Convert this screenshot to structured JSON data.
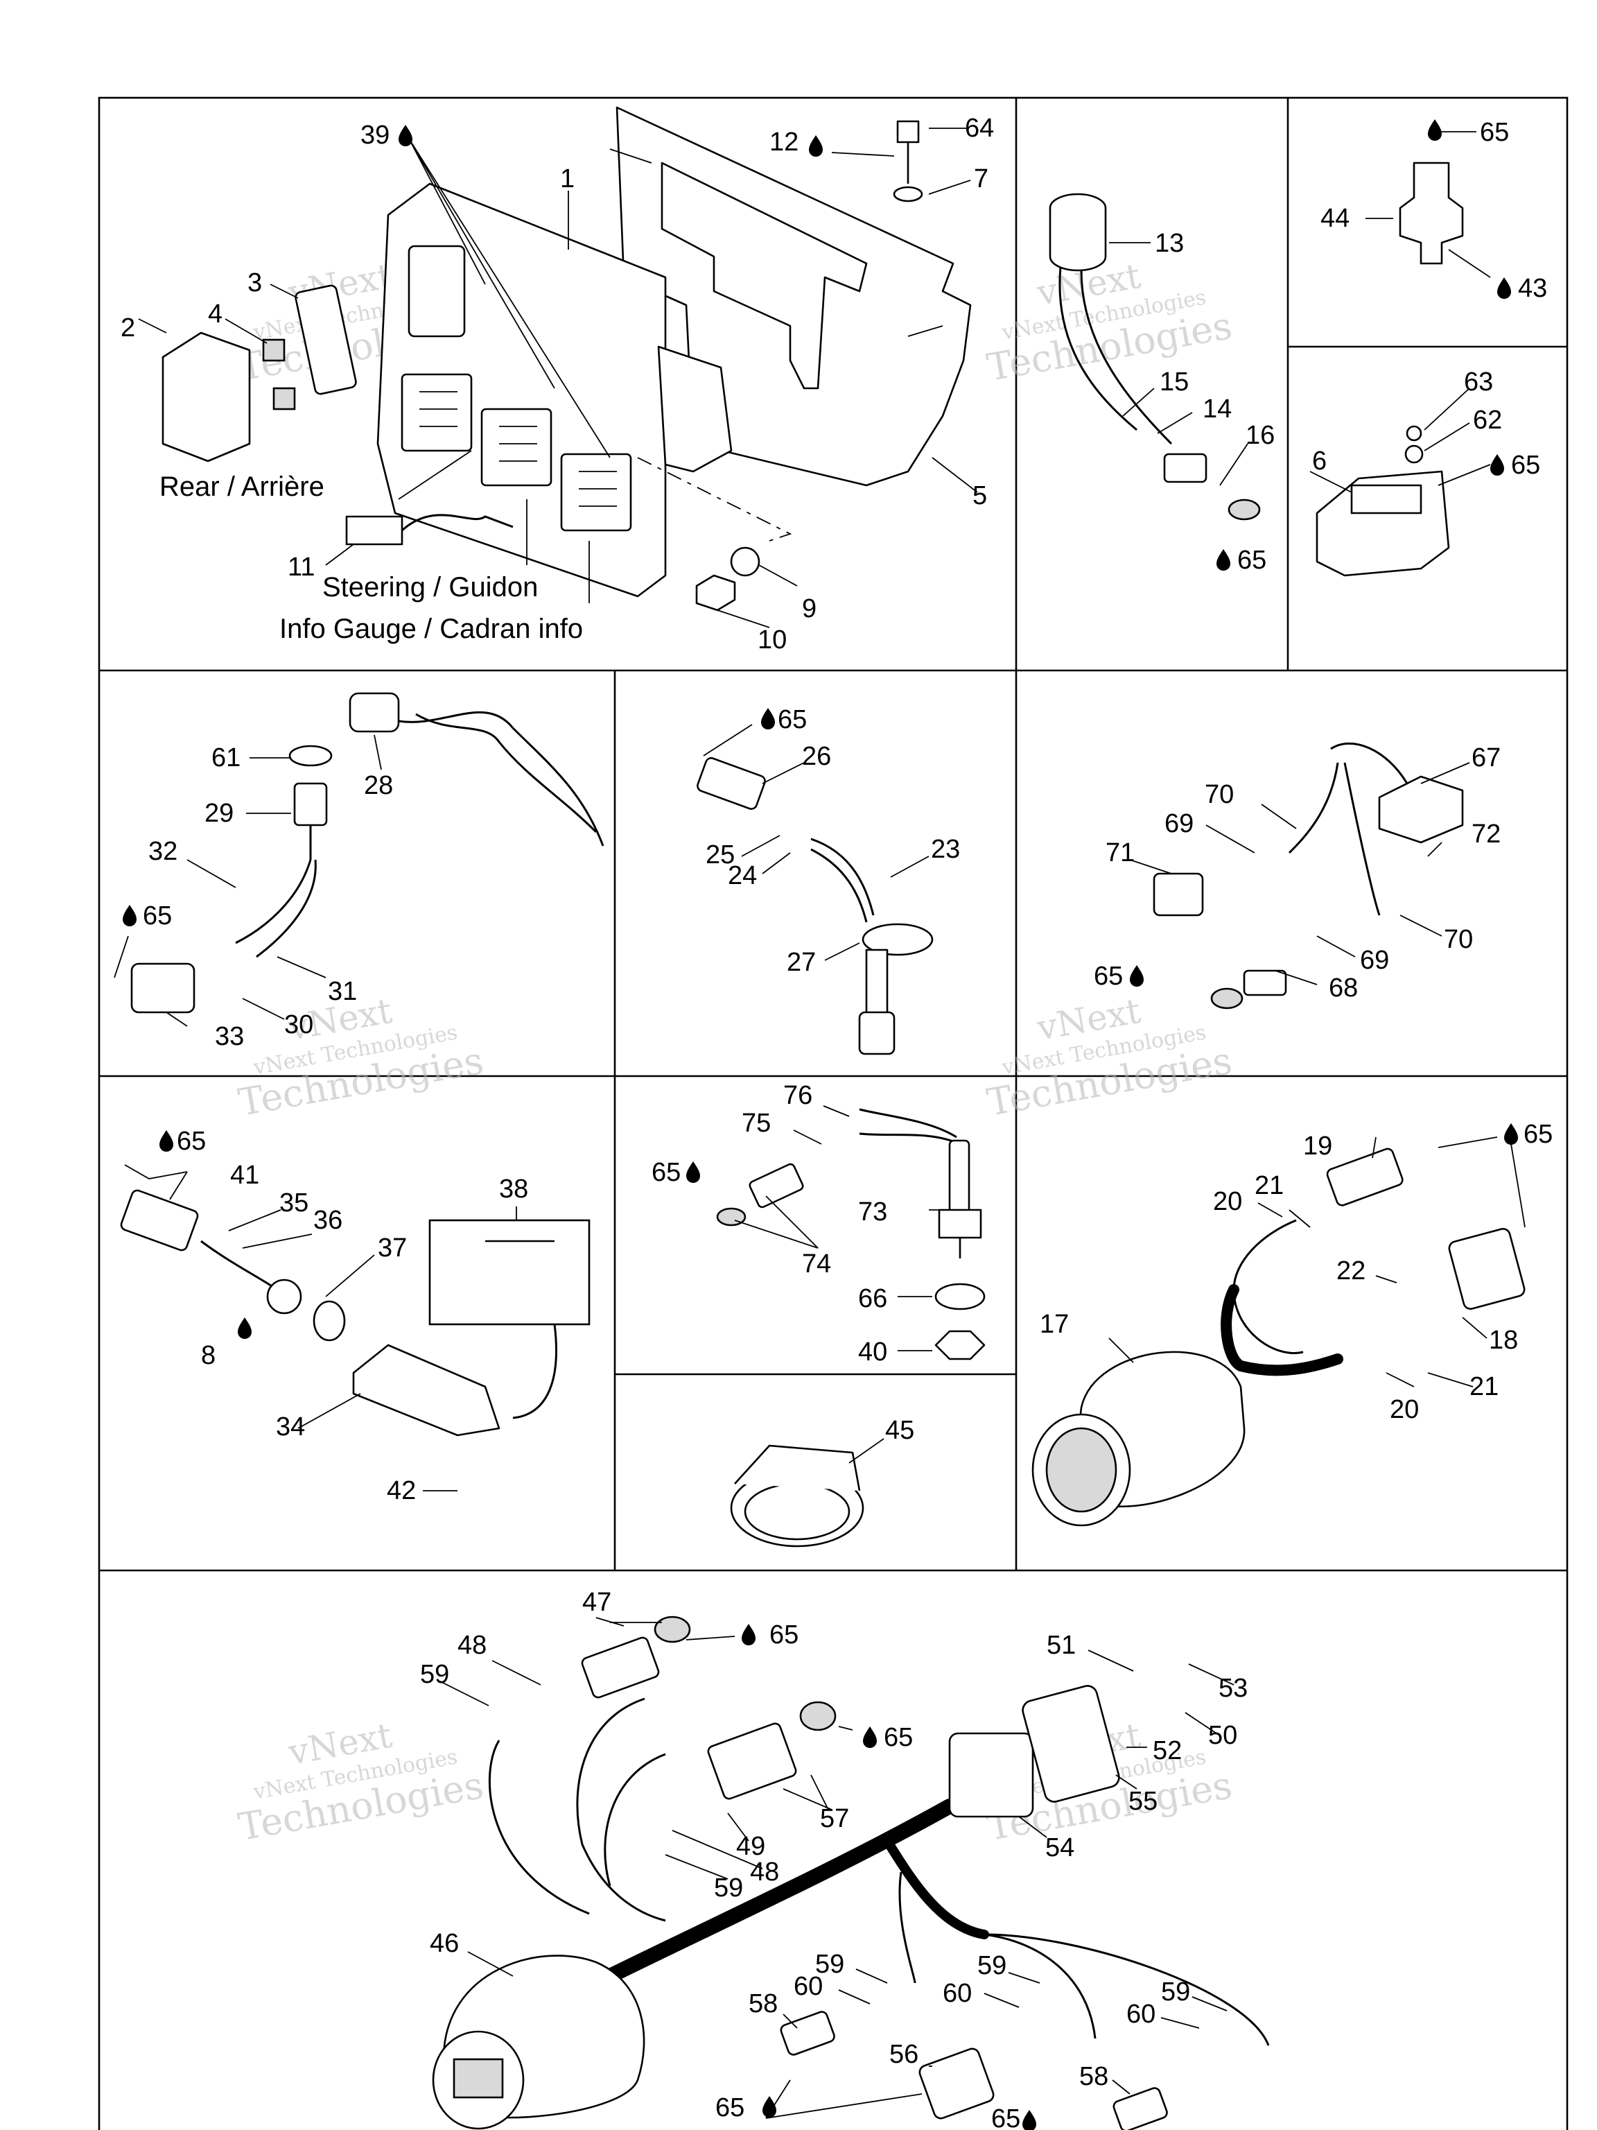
{
  "captions": {
    "rear": "Rear / Arrière",
    "steering": "Steering / Guidon",
    "info_gauge": "Info Gauge / Cadran info"
  },
  "watermark": {
    "line1": "vNext",
    "line2": "vNext Technologies",
    "line3": "Technologies"
  },
  "labels": {
    "l1": "1",
    "l2": "2",
    "l3": "3",
    "l4": "4",
    "l5": "5",
    "l6": "6",
    "l7": "7",
    "l9": "9",
    "l10": "10",
    "l11": "11",
    "l12": "12",
    "l13": "13",
    "l14": "14",
    "l15": "15",
    "l16": "16",
    "l39": "39",
    "l43": "43",
    "l44": "44",
    "l62": "62",
    "l63": "63",
    "l64": "64",
    "l65a": "65",
    "l65b": "65",
    "l65c": "65",
    "l23": "23",
    "l24": "24",
    "l25": "25",
    "l26": "26",
    "l27": "27",
    "l28": "28",
    "l29": "29",
    "l30": "30",
    "l31": "31",
    "l32": "32",
    "l33": "33",
    "l61": "61",
    "l65d": "65",
    "l65e": "65",
    "l67": "67",
    "l68": "68",
    "l69a": "69",
    "l69b": "69",
    "l70a": "70",
    "l70b": "70",
    "l71": "71",
    "l72": "72",
    "l65f": "65",
    "l8": "8",
    "l34": "34",
    "l35": "35",
    "l36": "36",
    "l37": "37",
    "l38": "38",
    "l41": "41",
    "l42": "42",
    "l65g": "65",
    "l40": "40",
    "l66": "66",
    "l73": "73",
    "l74": "74",
    "l75": "75",
    "l76": "76",
    "l65h": "65",
    "l45": "45",
    "l17": "17",
    "l18": "18",
    "l19": "19",
    "l20a": "20",
    "l20b": "20",
    "l21a": "21",
    "l21b": "21",
    "l22": "22",
    "l65i": "65",
    "l46": "46",
    "l47": "47",
    "l48a": "48",
    "l48b": "48",
    "l49": "49",
    "l50": "50",
    "l51": "51",
    "l52": "52",
    "l53": "53",
    "l54": "54",
    "l55": "55",
    "l56": "56",
    "l57": "57",
    "l58a": "58",
    "l58b": "58",
    "l59a": "59",
    "l59b": "59",
    "l59c": "59",
    "l59d": "59",
    "l59e": "59",
    "l60a": "60",
    "l60b": "60",
    "l60c": "60",
    "l65j": "65",
    "l65k": "65",
    "l65l": "65",
    "l65m": "65"
  }
}
